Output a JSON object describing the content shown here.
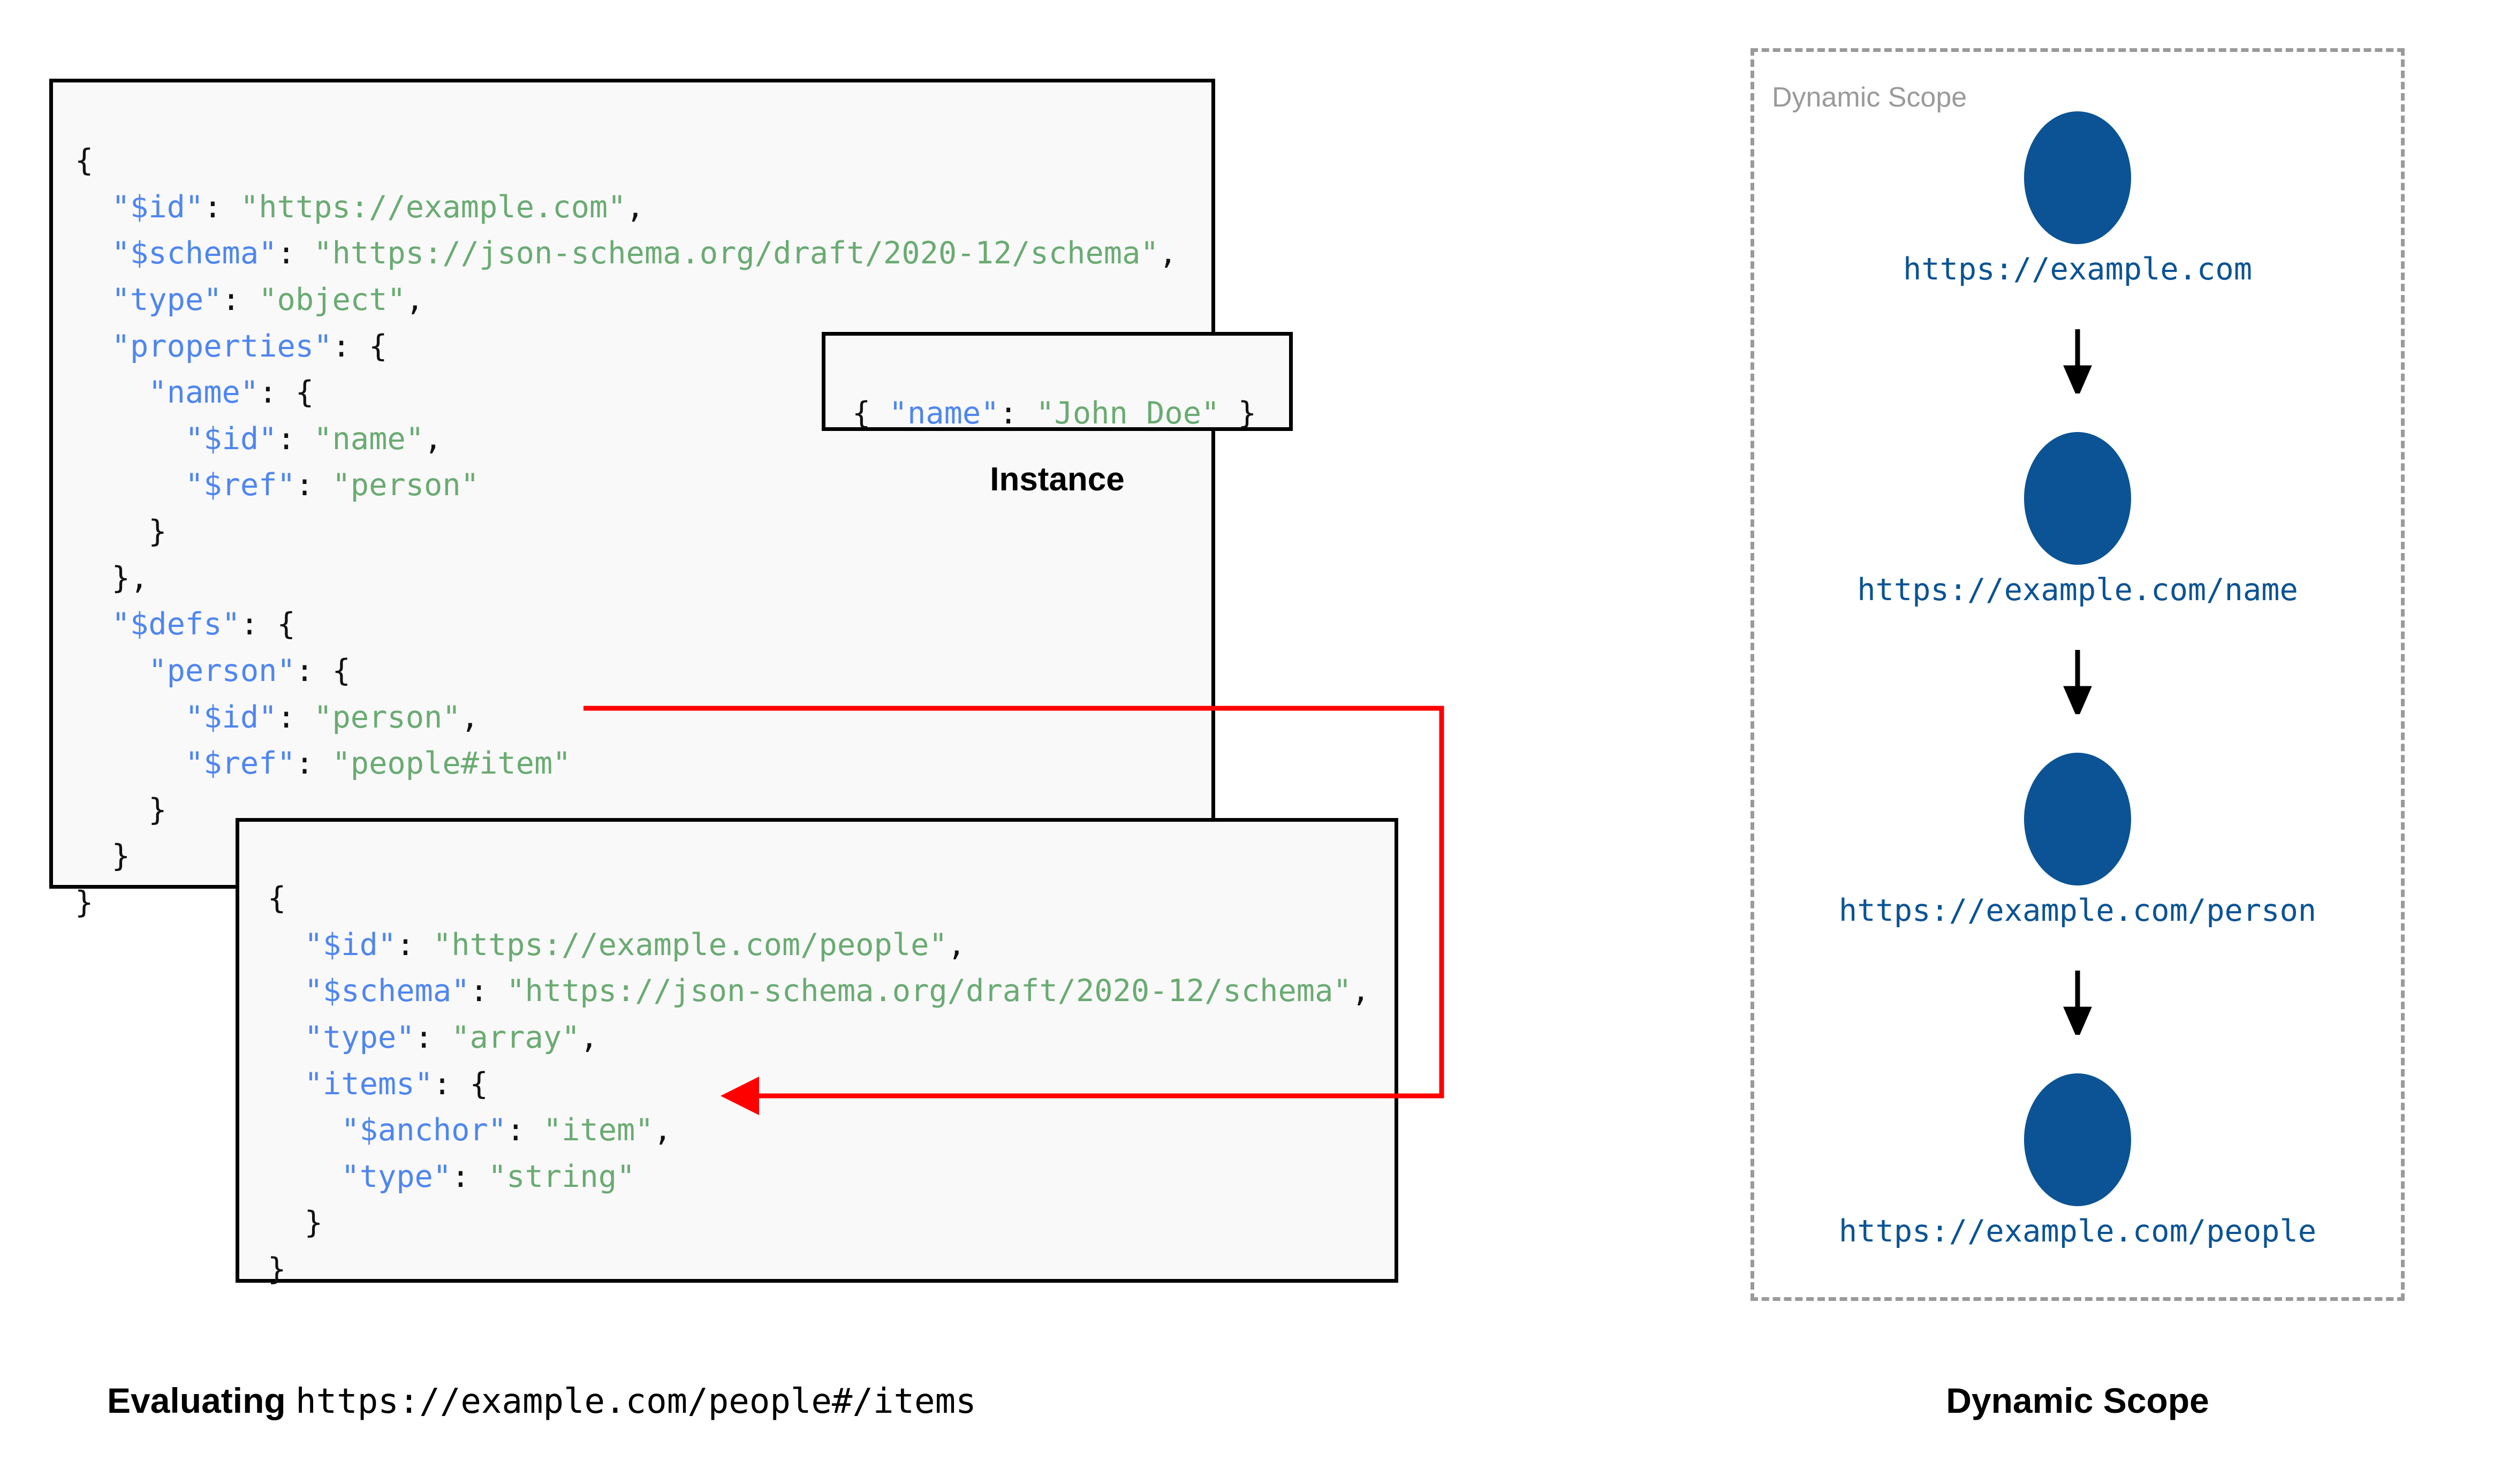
{
  "colors": {
    "key": "#4f86ef",
    "string": "#6aab72",
    "punctuation": "#111111",
    "box_border": "#000000",
    "box_background": "#f9f9f9",
    "node_blue": "#0b5394",
    "connector_red": "#ff0000",
    "dashed_border": "#9a9a9a",
    "scope_label_gray": "#9a9a9a"
  },
  "schema_box": {
    "lines": [
      [
        {
          "t": "{",
          "c": "p"
        }
      ],
      [
        {
          "t": "  ",
          "c": "p"
        },
        {
          "t": "\"$id\"",
          "c": "k"
        },
        {
          "t": ": ",
          "c": "p"
        },
        {
          "t": "\"https://example.com\"",
          "c": "s"
        },
        {
          "t": ",",
          "c": "p"
        }
      ],
      [
        {
          "t": "  ",
          "c": "p"
        },
        {
          "t": "\"$schema\"",
          "c": "k"
        },
        {
          "t": ": ",
          "c": "p"
        },
        {
          "t": "\"https://json-schema.org/draft/2020-12/schema\"",
          "c": "s"
        },
        {
          "t": ",",
          "c": "p"
        }
      ],
      [
        {
          "t": "  ",
          "c": "p"
        },
        {
          "t": "\"type\"",
          "c": "k"
        },
        {
          "t": ": ",
          "c": "p"
        },
        {
          "t": "\"object\"",
          "c": "s"
        },
        {
          "t": ",",
          "c": "p"
        }
      ],
      [
        {
          "t": "  ",
          "c": "p"
        },
        {
          "t": "\"properties\"",
          "c": "k"
        },
        {
          "t": ": {",
          "c": "p"
        }
      ],
      [
        {
          "t": "    ",
          "c": "p"
        },
        {
          "t": "\"name\"",
          "c": "k"
        },
        {
          "t": ": {",
          "c": "p"
        }
      ],
      [
        {
          "t": "      ",
          "c": "p"
        },
        {
          "t": "\"$id\"",
          "c": "k"
        },
        {
          "t": ": ",
          "c": "p"
        },
        {
          "t": "\"name\"",
          "c": "s"
        },
        {
          "t": ",",
          "c": "p"
        }
      ],
      [
        {
          "t": "      ",
          "c": "p"
        },
        {
          "t": "\"$ref\"",
          "c": "k"
        },
        {
          "t": ": ",
          "c": "p"
        },
        {
          "t": "\"person\"",
          "c": "s"
        }
      ],
      [
        {
          "t": "    }",
          "c": "p"
        }
      ],
      [
        {
          "t": "  },",
          "c": "p"
        }
      ],
      [
        {
          "t": "  ",
          "c": "p"
        },
        {
          "t": "\"$defs\"",
          "c": "k"
        },
        {
          "t": ": {",
          "c": "p"
        }
      ],
      [
        {
          "t": "    ",
          "c": "p"
        },
        {
          "t": "\"person\"",
          "c": "k"
        },
        {
          "t": ": {",
          "c": "p"
        }
      ],
      [
        {
          "t": "      ",
          "c": "p"
        },
        {
          "t": "\"$id\"",
          "c": "k"
        },
        {
          "t": ": ",
          "c": "p"
        },
        {
          "t": "\"person\"",
          "c": "s"
        },
        {
          "t": ",",
          "c": "p"
        }
      ],
      [
        {
          "t": "      ",
          "c": "p"
        },
        {
          "t": "\"$ref\"",
          "c": "k"
        },
        {
          "t": ": ",
          "c": "p"
        },
        {
          "t": "\"people#item\"",
          "c": "s"
        }
      ],
      [
        {
          "t": "    }",
          "c": "p"
        }
      ],
      [
        {
          "t": "  }",
          "c": "p"
        }
      ],
      [
        {
          "t": "}",
          "c": "p"
        }
      ]
    ]
  },
  "instance_box": {
    "label": "Instance",
    "lines": [
      [
        {
          "t": "{ ",
          "c": "p"
        },
        {
          "t": "\"name\"",
          "c": "k"
        },
        {
          "t": ": ",
          "c": "p"
        },
        {
          "t": "\"John Doe\"",
          "c": "s"
        },
        {
          "t": " }",
          "c": "p"
        }
      ]
    ]
  },
  "people_box": {
    "lines": [
      [
        {
          "t": "{",
          "c": "p"
        }
      ],
      [
        {
          "t": "  ",
          "c": "p"
        },
        {
          "t": "\"$id\"",
          "c": "k"
        },
        {
          "t": ": ",
          "c": "p"
        },
        {
          "t": "\"https://example.com/people\"",
          "c": "s"
        },
        {
          "t": ",",
          "c": "p"
        }
      ],
      [
        {
          "t": "  ",
          "c": "p"
        },
        {
          "t": "\"$schema\"",
          "c": "k"
        },
        {
          "t": ": ",
          "c": "p"
        },
        {
          "t": "\"https://json-schema.org/draft/2020-12/schema\"",
          "c": "s"
        },
        {
          "t": ",",
          "c": "p"
        }
      ],
      [
        {
          "t": "  ",
          "c": "p"
        },
        {
          "t": "\"type\"",
          "c": "k"
        },
        {
          "t": ": ",
          "c": "p"
        },
        {
          "t": "\"array\"",
          "c": "s"
        },
        {
          "t": ",",
          "c": "p"
        }
      ],
      [
        {
          "t": "  ",
          "c": "p"
        },
        {
          "t": "\"items\"",
          "c": "k"
        },
        {
          "t": ": {",
          "c": "p"
        }
      ],
      [
        {
          "t": "    ",
          "c": "p"
        },
        {
          "t": "\"$anchor\"",
          "c": "k"
        },
        {
          "t": ": ",
          "c": "p"
        },
        {
          "t": "\"item\"",
          "c": "s"
        },
        {
          "t": ",",
          "c": "p"
        }
      ],
      [
        {
          "t": "    ",
          "c": "p"
        },
        {
          "t": "\"type\"",
          "c": "k"
        },
        {
          "t": ": ",
          "c": "p"
        },
        {
          "t": "\"string\"",
          "c": "s"
        }
      ],
      [
        {
          "t": "  }",
          "c": "p"
        }
      ],
      [
        {
          "t": "}",
          "c": "p"
        }
      ]
    ]
  },
  "scope_panel": {
    "title": "Dynamic Scope",
    "nodes": [
      {
        "label": "https://example.com"
      },
      {
        "label": "https://example.com/name"
      },
      {
        "label": "https://example.com/person"
      },
      {
        "label": "https://example.com/people"
      }
    ]
  },
  "captions": {
    "evaluating_prefix": "Evaluating",
    "evaluating_uri": "https://example.com/people#/items",
    "scope": "Dynamic Scope"
  }
}
